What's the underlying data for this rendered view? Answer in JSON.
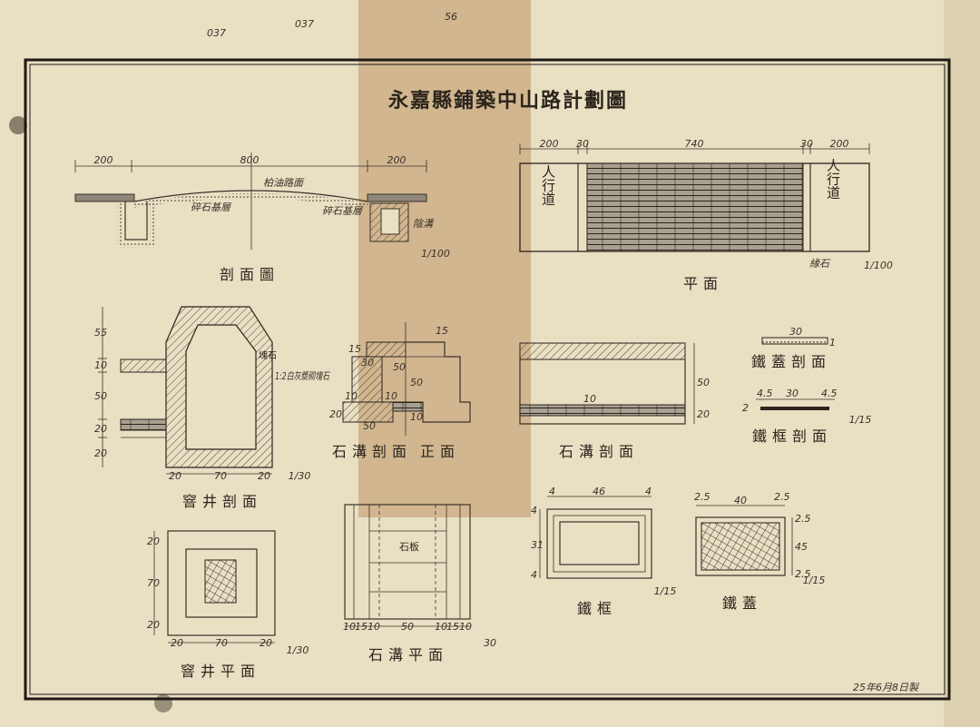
{
  "title": "永嘉縣鋪築中山路計劃圖",
  "margin_marks": {
    "archive_no": "037",
    "archive_no_small": "037",
    "page_no": "56"
  },
  "cross_section": {
    "label": "剖面圖",
    "dims": [
      "200",
      "800",
      "200"
    ],
    "scale": "1/100",
    "note_surface": "柏油路面",
    "note_base_left": "碎石基層",
    "note_base_right": "碎石基層",
    "note_drain": "陰溝"
  },
  "plan": {
    "label": "平面",
    "dims": [
      "200",
      "30",
      "740",
      "30",
      "200"
    ],
    "sidewalk_left": "人行道",
    "sidewalk_right": "人行道",
    "curb_note": "緣石",
    "scale": "1/100"
  },
  "manhole_section": {
    "label": "窨井剖面",
    "vertical_dims": [
      "55",
      "10",
      "50",
      "20",
      "20"
    ],
    "horizontal_dims": [
      "20",
      "70",
      "20"
    ],
    "material": "塊石",
    "note": "1:2白灰漿砌塊石",
    "scale": "1/30"
  },
  "gutter_section": {
    "label": "石溝剖面",
    "front_label": "正面",
    "dims": [
      "15",
      "15",
      "30",
      "50",
      "50",
      "10",
      "10",
      "20",
      "50",
      "10"
    ]
  },
  "gutter_long_section": {
    "label": "石溝剖面",
    "dims": [
      "10",
      "50",
      "20"
    ]
  },
  "cover_section": {
    "label": "鐵蓋剖面",
    "dims": [
      "30",
      "1"
    ]
  },
  "frame_section": {
    "label": "鐵框剖面",
    "dims": [
      "4.5",
      "30",
      "4.5",
      "2"
    ],
    "scale": "1/15"
  },
  "manhole_plan": {
    "label": "窨井平面",
    "vertical_dims": [
      "20",
      "70",
      "20"
    ],
    "horizontal_dims": [
      "20",
      "70",
      "20"
    ],
    "scale": "1/30"
  },
  "gutter_plan": {
    "label": "石溝平面",
    "slab": "石板",
    "dims": [
      "10",
      "15",
      "10",
      "50",
      "10",
      "15",
      "10"
    ],
    "scale": "30"
  },
  "iron_frame": {
    "label": "鐵框",
    "dims": [
      "4",
      "46",
      "4",
      "31",
      "4",
      "4"
    ],
    "scale": "1/15"
  },
  "iron_cover": {
    "label": "鐵蓋",
    "dims": [
      "2.5",
      "40",
      "2.5",
      "2.5",
      "45",
      "2.5"
    ],
    "scale": "1/15"
  },
  "date": "25年6月8日製"
}
